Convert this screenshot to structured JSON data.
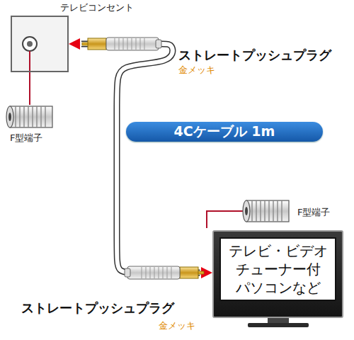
{
  "diagram": {
    "nodes": [
      {
        "text": [
          "テレビコンセント"
        ]
      },
      {
        "text": [
          "4Cケーブル 1m"
        ]
      },
      {
        "text": [
          "テレビ・ビデオ チューナー付 パソコンなど"
        ]
      }
    ],
    "edges": [
      {
        "from": 0,
        "to": 2,
        "arrow": "both"
      }
    ],
    "labels": [
      "ストレートプッシュプラグ",
      "金メッキ",
      "F型端子",
      "F型端子",
      "ストレートプッシュプラグ",
      "金メッキ"
    ]
  }
}
